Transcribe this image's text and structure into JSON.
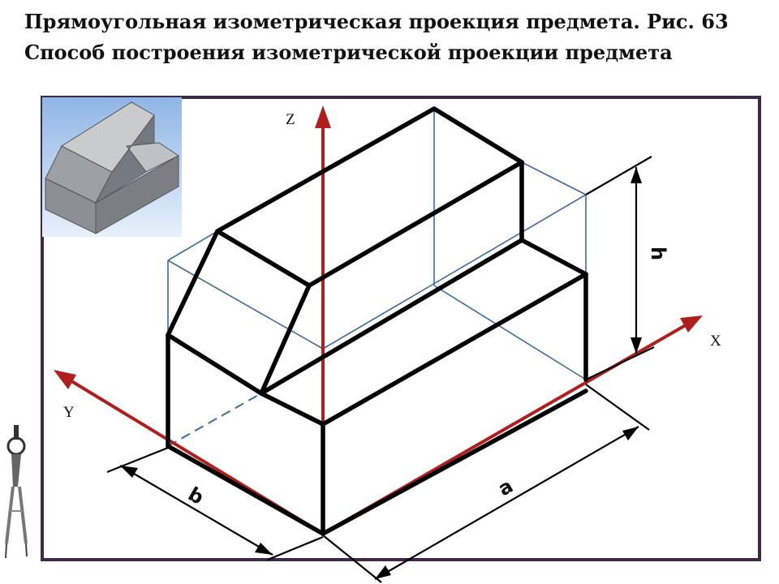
{
  "title_line1": "Прямоугольная изометрическая проекция предмета. Рис. 63",
  "title_line2": "Способ построения изометрической проекции предмета",
  "axes": {
    "z": "Z",
    "x": "X",
    "y": "Y"
  },
  "dimensions": {
    "a": "a",
    "b": "b",
    "h": "h"
  },
  "colors": {
    "axis": "#b01e1e",
    "thin_lines": "#3f6b9a",
    "frame": "#3d2b46",
    "object": "#000000",
    "thumb_background": "#a9c8ef"
  },
  "icons": [
    "isometric-part-thumbnail",
    "drawing-compass-icon"
  ]
}
